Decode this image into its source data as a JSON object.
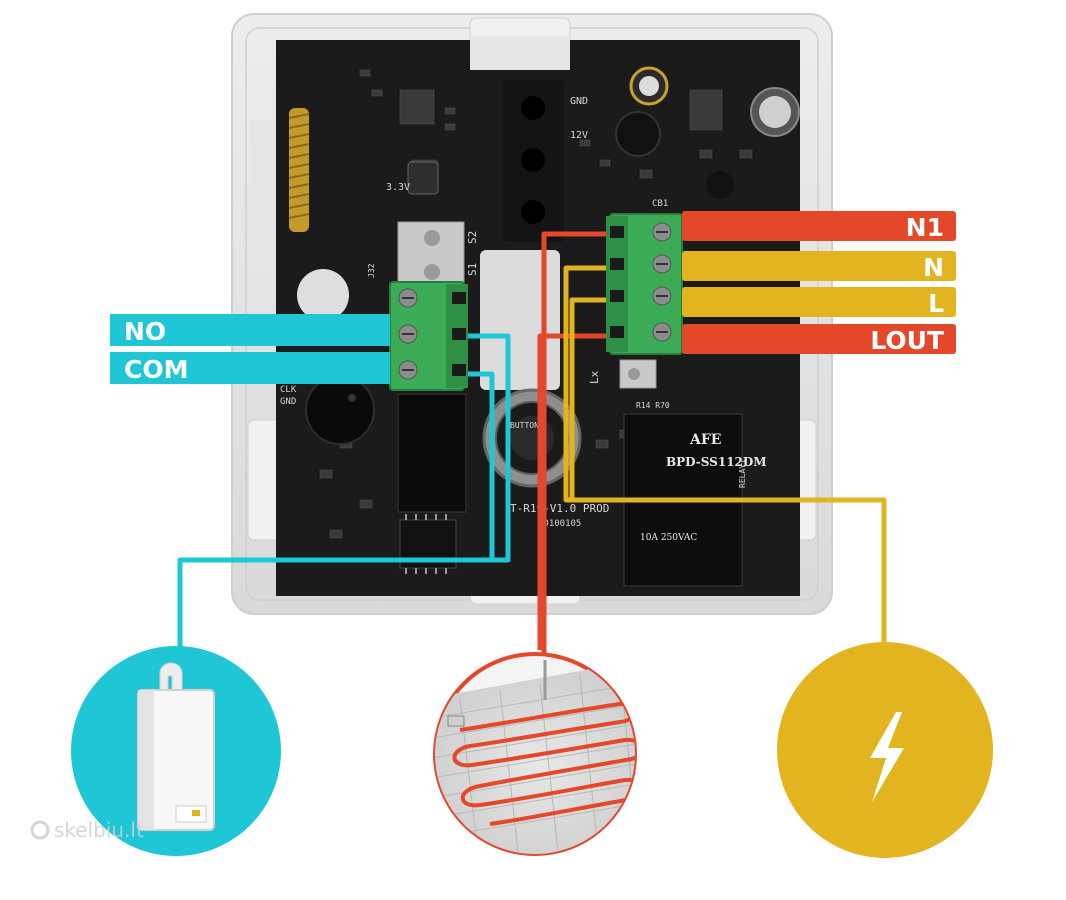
{
  "colors": {
    "cyan": "#1fc7d6",
    "red": "#e4472a",
    "yellow": "#e2b520",
    "pcb": "#1b1b1b",
    "housing": "#e6e6e6",
    "terminal_green": "#3cab55"
  },
  "labels": {
    "no": "NO",
    "com": "COM",
    "n1": "N1",
    "n": "N",
    "l": "L",
    "lout": "LOUT"
  },
  "pcb": {
    "gnd": "GND",
    "v12": "12V",
    "v33": "3.3V",
    "s1": "S1",
    "s2": "S2",
    "j32": "J32",
    "clk": "CLK",
    "gnd2": "GND",
    "cb1": "CB1",
    "lx": "Lx",
    "button": "BUTTON",
    "board_id": "T-R19-V1.0 PROD",
    "board_date": "20100105",
    "r14": "R14 R70",
    "relay_brand": "AFE",
    "relay_model": "BPD-SS112DM",
    "relay_rating": "10A 250VAC",
    "relay1_label": "RELAY1"
  },
  "icons": {
    "boiler": "boiler-icon",
    "floor_heating": "floor-heating-icon",
    "power": "lightning-icon"
  },
  "watermark": "skelbiu.lt"
}
